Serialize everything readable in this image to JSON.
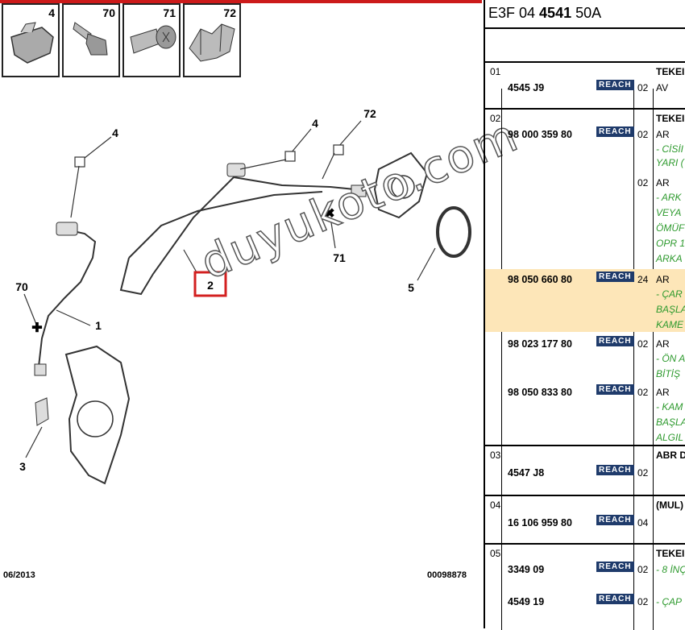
{
  "thumbnails": [
    {
      "number": "4",
      "icon": "clip-icon"
    },
    {
      "number": "70",
      "icon": "bolt-icon"
    },
    {
      "number": "71",
      "icon": "screw-icon"
    },
    {
      "number": "72",
      "icon": "cable-clip-icon"
    }
  ],
  "diagram_labels": {
    "l4a": "4",
    "l4b": "4",
    "l72": "72",
    "l70": "70",
    "l1": "1",
    "l2": "2",
    "l71": "71",
    "l5": "5",
    "l3": "3"
  },
  "footer": {
    "date": "06/2013",
    "code": "00098878"
  },
  "watermark": "duyukoto.com",
  "header": {
    "ref_prefix": "E3F 04 ",
    "ref_bold": "4541",
    "ref_suffix": " 50A"
  },
  "badge_label": "REACH",
  "rows": [
    {
      "idx": "01",
      "title": "TEKEI",
      "items": [
        {
          "part": "4545 J9",
          "qty": "02",
          "desc": "AV",
          "notes": []
        }
      ]
    },
    {
      "idx": "02",
      "title": "TEKEI",
      "items": [
        {
          "part": "98 000 359 80",
          "qty": "02",
          "desc": "AR",
          "notes": [
            "- CİSİI",
            "YARI ("
          ]
        },
        {
          "part": "",
          "qty": "02",
          "desc": "AR",
          "notes": [
            "- ARK",
            "VEYA",
            "ÖMÜF",
            "OPR 1",
            "ARKA"
          ]
        },
        {
          "part": "98 050 660 80",
          "qty": "24",
          "desc": "AR",
          "notes": [
            "- ÇAR",
            "BAŞLA",
            "KAME"
          ]
        },
        {
          "part": "98 023 177 80",
          "qty": "02",
          "desc": "AR",
          "notes": [
            "- ÖN A",
            "BİTİŞ"
          ]
        },
        {
          "part": "98 050 833 80",
          "qty": "02",
          "desc": "AR",
          "notes": [
            "- KAM",
            "BAŞLA",
            "ALGIL"
          ]
        }
      ]
    },
    {
      "idx": "03",
      "title": "ABR D",
      "items": [
        {
          "part": "4547 J8",
          "qty": "02",
          "desc": "",
          "notes": []
        }
      ]
    },
    {
      "idx": "04",
      "title": "(MUL)",
      "items": [
        {
          "part": "16 106 959 80",
          "qty": "04",
          "desc": "",
          "notes": []
        }
      ]
    },
    {
      "idx": "05",
      "title": "TEKEI",
      "items": [
        {
          "part": "3349 09",
          "qty": "02",
          "desc": "",
          "notes": [
            "- 8 İNÇ"
          ]
        },
        {
          "part": "4549 19",
          "qty": "02",
          "desc": "",
          "notes": [
            "- ÇAP"
          ]
        }
      ]
    }
  ]
}
